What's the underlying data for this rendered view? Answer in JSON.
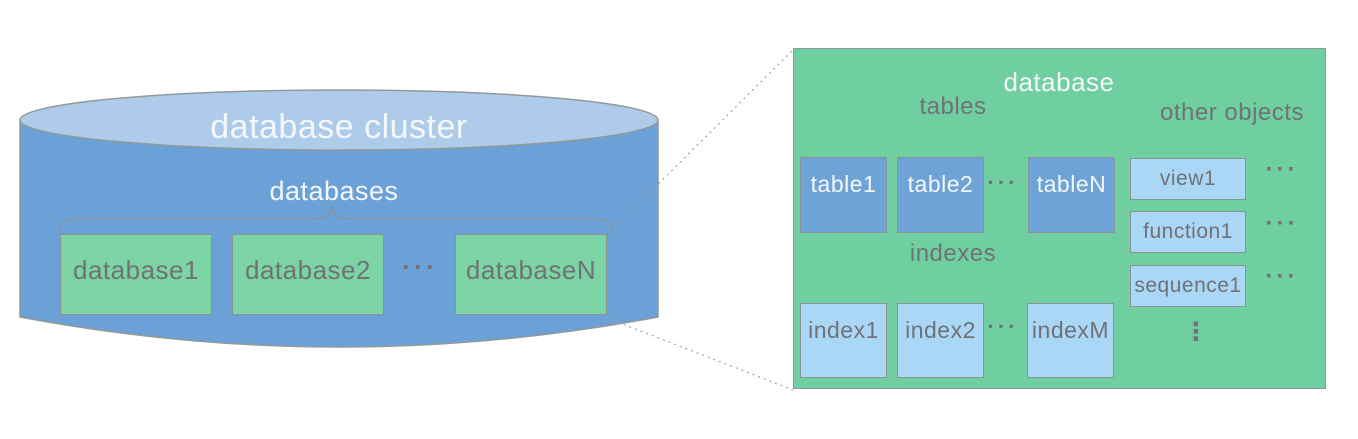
{
  "cluster": {
    "title": "database cluster",
    "group_label": "databases",
    "items": [
      "database1",
      "database2",
      "databaseN"
    ],
    "ellipsis": "···"
  },
  "database_panel": {
    "title": "database",
    "tables": {
      "label": "tables",
      "items": [
        "table1",
        "table2",
        "tableN"
      ],
      "ellipsis": "···"
    },
    "indexes": {
      "label": "indexes",
      "items": [
        "index1",
        "index2",
        "indexM"
      ],
      "ellipsis": "···"
    },
    "other_objects": {
      "label": "other objects",
      "items": [
        "view1",
        "function1",
        "sequence1"
      ],
      "row_ellipsis": "···",
      "vertical_ellipsis": "⋮"
    }
  },
  "colors": {
    "cylinder_top": "#aecbea",
    "cylinder_body": "#6ba1d6",
    "panel_green": "#70cfa0",
    "db_green": "#7cd3a4",
    "table_blue": "#6ea3d8",
    "light_blue": "#abd7f7",
    "white_text": "#f4f7fa",
    "gray_text": "#6f7276",
    "outline_gray": "#919a9b",
    "box_border": "#8a9394",
    "brace_gray": "#8b9392",
    "dotted_gray": "#9aa0a6"
  }
}
